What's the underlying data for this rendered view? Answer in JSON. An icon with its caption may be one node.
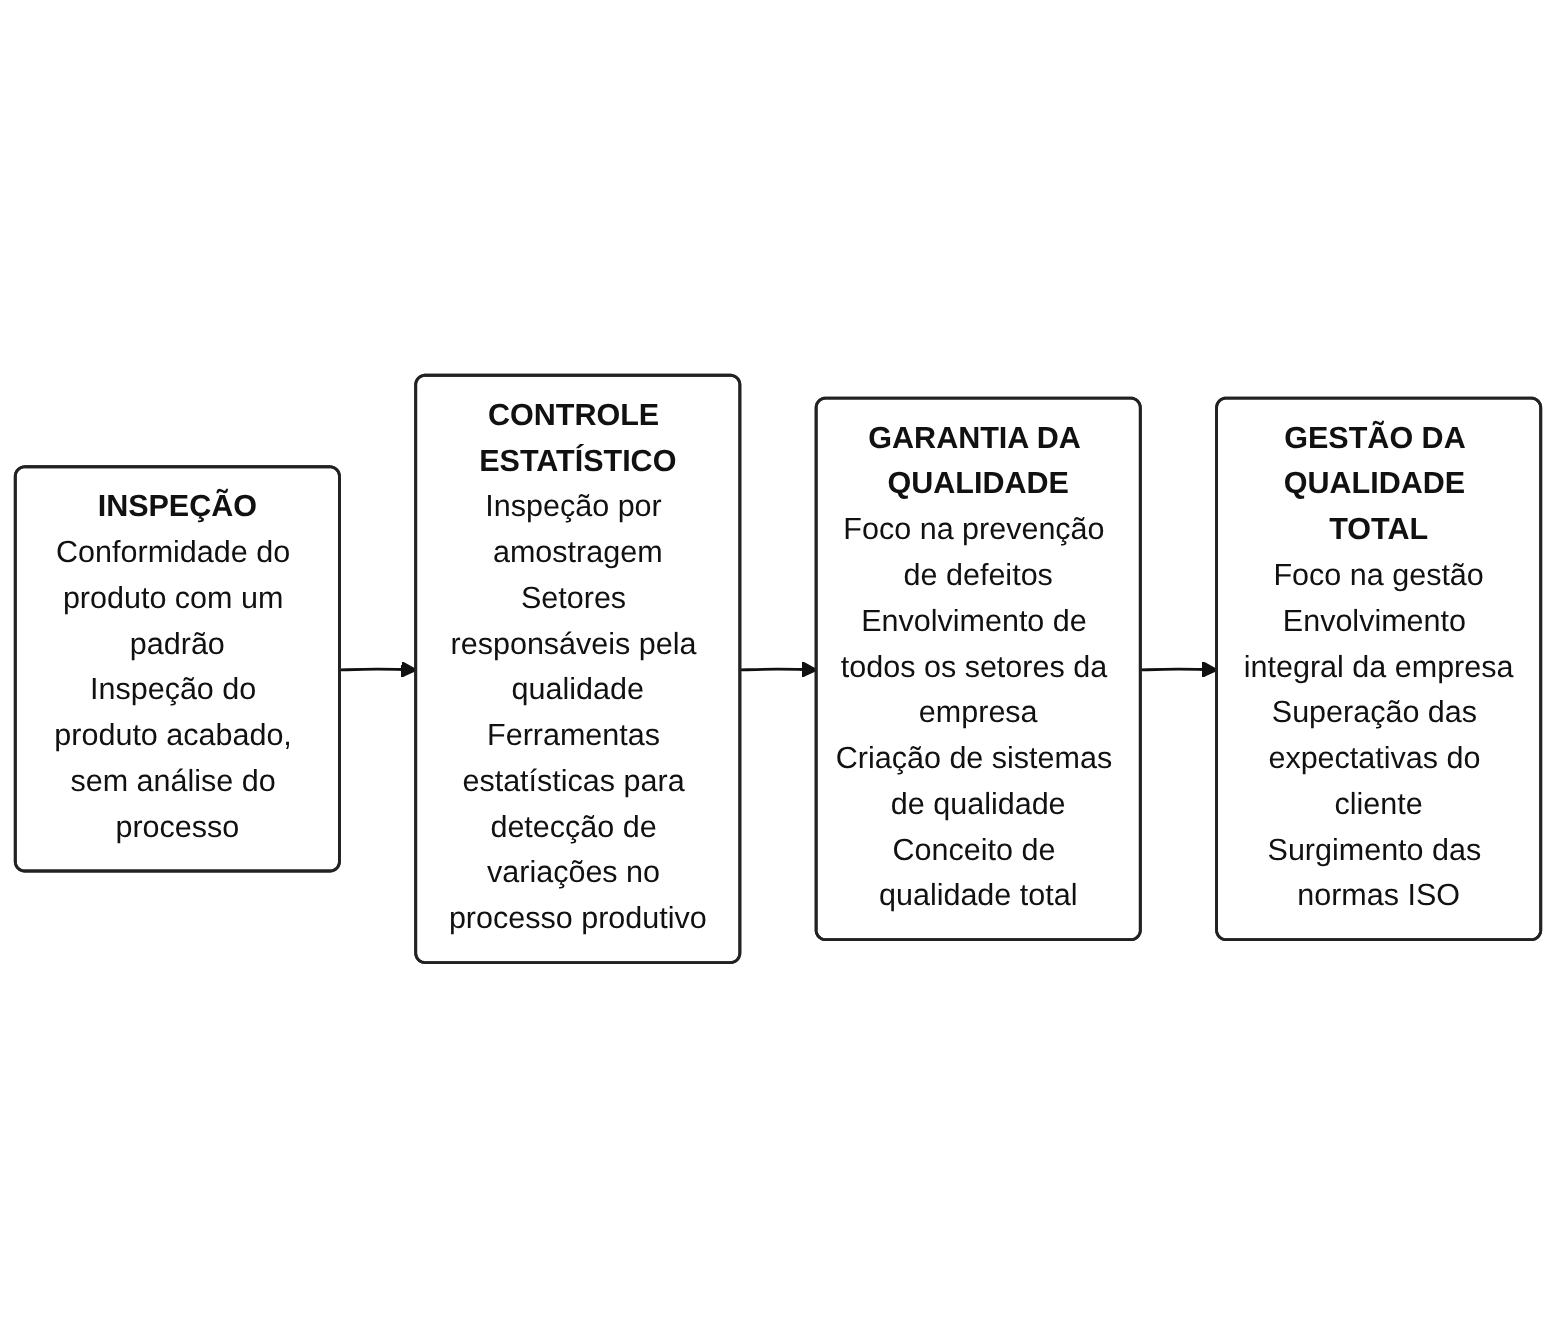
{
  "diagram": {
    "nodes": [
      {
        "text": [
          "INSPEÇÃO",
          "Conformidade do produto com um padrão",
          "Inspeção do produto acabado, sem análise do processo"
        ]
      },
      {
        "text": [
          "CONTROLE ESTATÍSTICO",
          "Inspeção por amostragem",
          "Setores responsáveis pela qualidade",
          "Ferramentas estatísticas para detecção de variações no processo produtivo"
        ]
      },
      {
        "text": [
          "GARANTIA DA QUALIDADE",
          "Foco na prevenção de defeitos",
          "Envolvimento de todos os setores da empresa",
          "Criação de sistemas de qualidade",
          "Conceito de qualidade total"
        ]
      },
      {
        "text": [
          "GESTÃO DA QUALIDADE TOTAL",
          "Foco na gestão",
          "Envolvimento integral da empresa",
          "Superação das expectativas do cliente",
          "Surgimento das normas ISO"
        ]
      }
    ],
    "edges": [
      {
        "from": 0,
        "to": 1,
        "arrow": "to"
      },
      {
        "from": 1,
        "to": 2,
        "arrow": "to"
      },
      {
        "from": 2,
        "to": 3,
        "arrow": "to"
      }
    ]
  }
}
